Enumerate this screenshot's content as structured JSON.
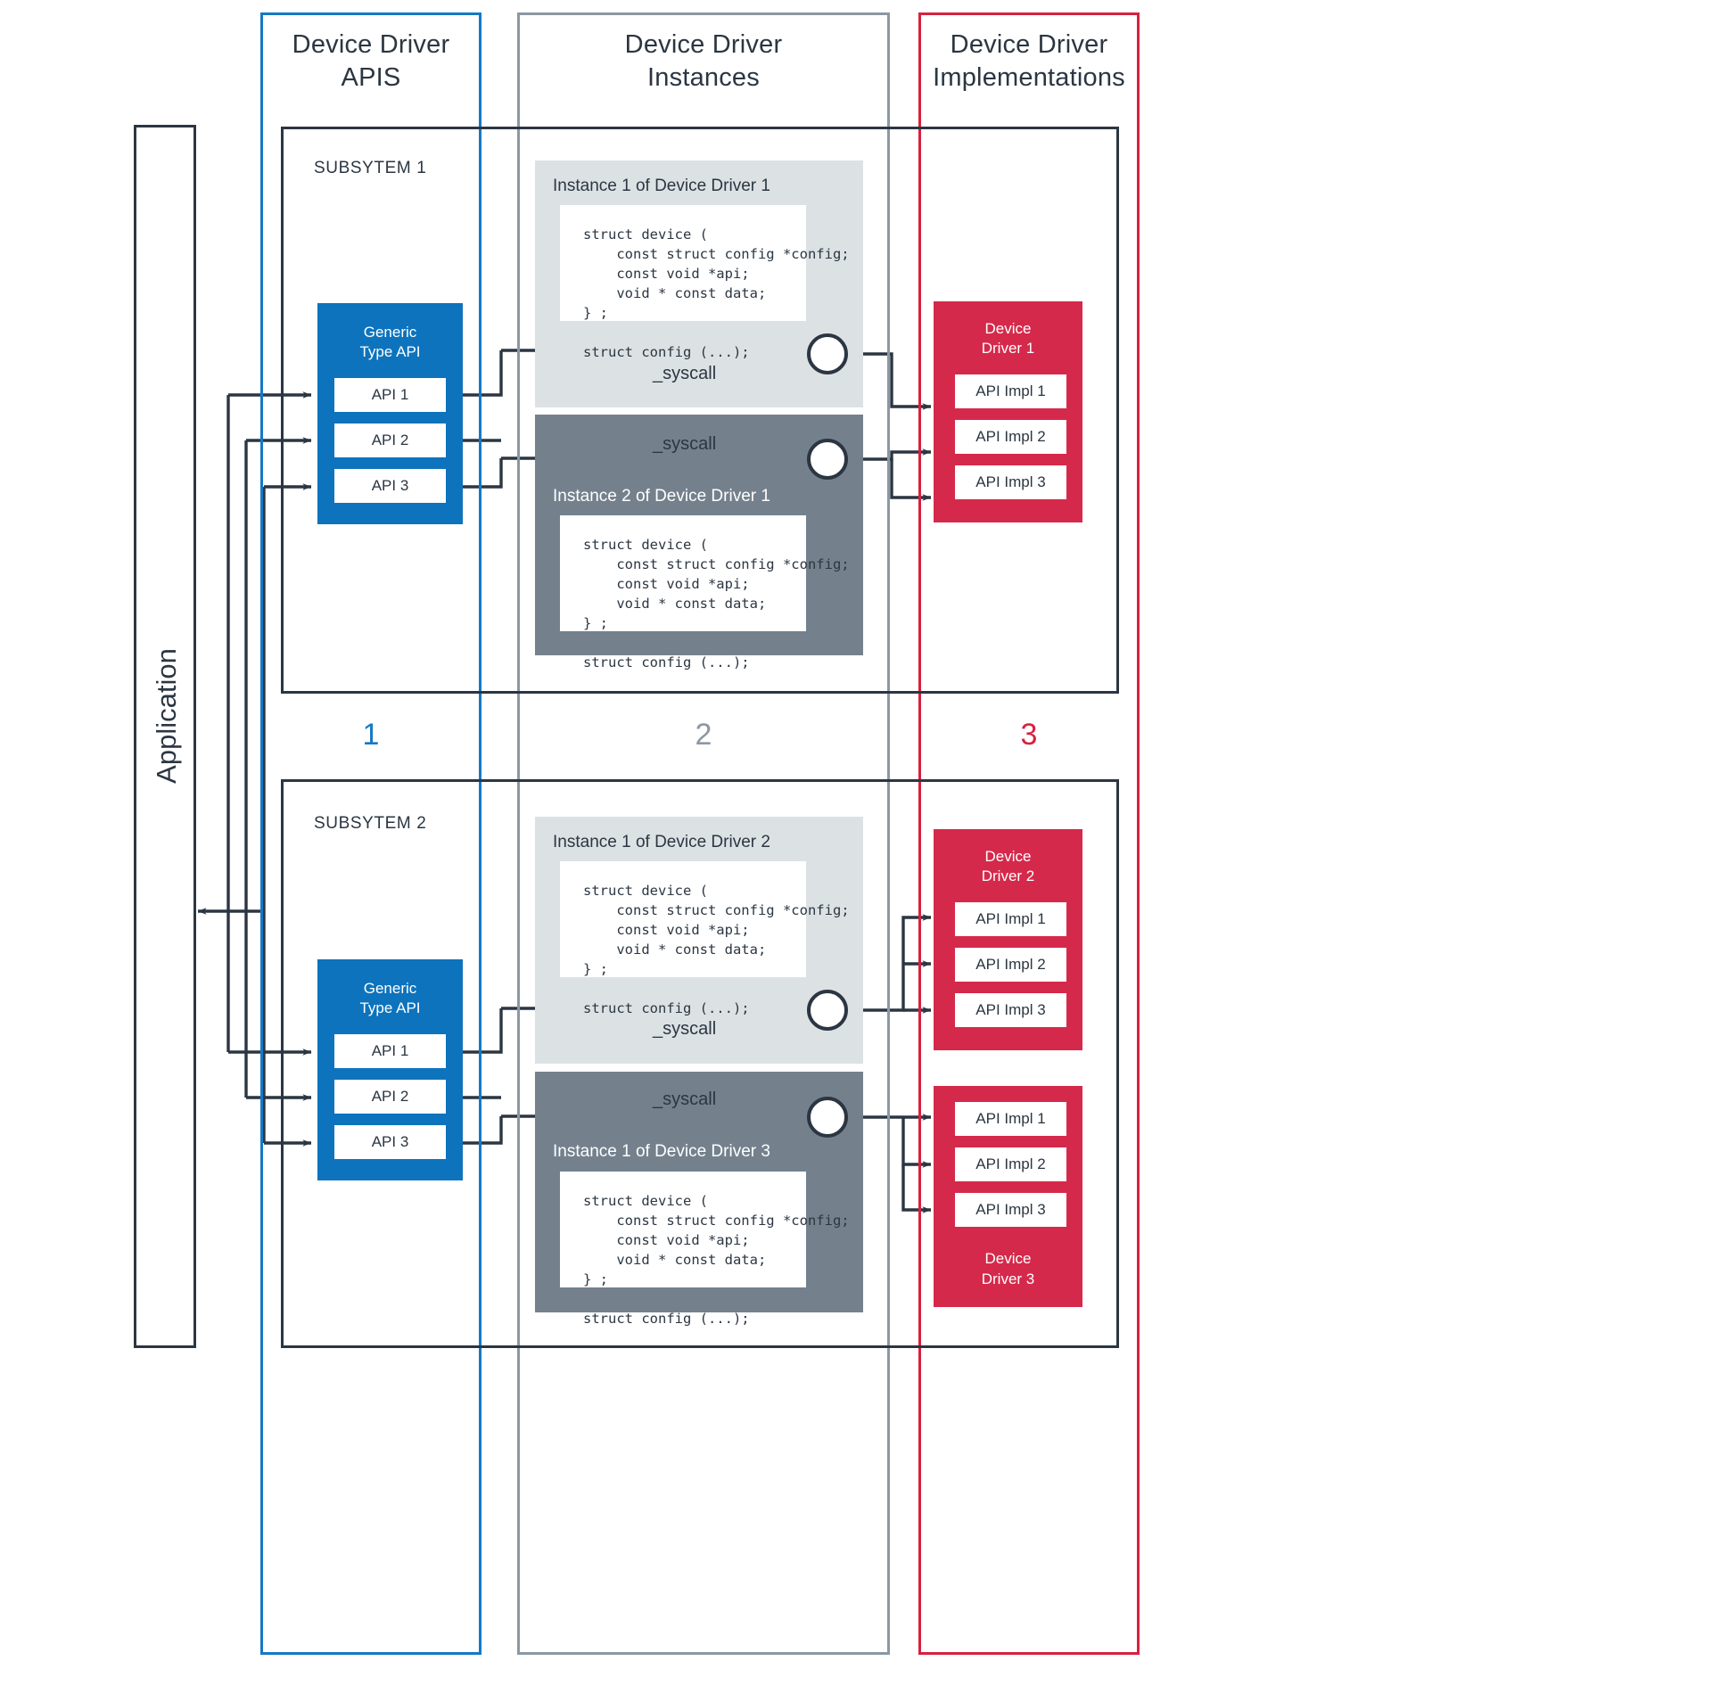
{
  "columns": [
    {
      "key": "apis",
      "title": "Device Driver\nAPIS",
      "number": "1",
      "color": "#1579c6"
    },
    {
      "key": "inst",
      "title": "Device Driver\nInstances",
      "number": "2",
      "color": "#8b98a3"
    },
    {
      "key": "impl",
      "title": "Device Driver\nImplementations",
      "number": "3",
      "color": "#d8203f"
    }
  ],
  "application": {
    "label": "Application"
  },
  "subsystems": [
    {
      "label": "SUBSYTEM 1"
    },
    {
      "label": "SUBSYTEM 2"
    }
  ],
  "generic_api": {
    "title": "Generic\nType API",
    "items": [
      "API 1",
      "API 2",
      "API 3"
    ]
  },
  "code_snippet": "struct device (\n    const struct config *config;\n    const void *api;\n    void * const data;\n} ;\n\nstruct config (...);",
  "syscall_label": "_syscall",
  "instances": [
    {
      "title": "Instance 1 of Device Driver 1",
      "theme": "light"
    },
    {
      "title": "Instance 2 of Device Driver 1",
      "theme": "dark"
    },
    {
      "title": "Instance 1 of Device Driver 2",
      "theme": "light"
    },
    {
      "title": "Instance 1 of Device Driver 3",
      "theme": "dark"
    }
  ],
  "drivers": [
    {
      "title": "Device\nDriver 1",
      "title_position": "top",
      "impls": [
        "API Impl 1",
        "API Impl 2",
        "API Impl 3"
      ]
    },
    {
      "title": "Device\nDriver 2",
      "title_position": "top",
      "impls": [
        "API Impl 1",
        "API Impl 2",
        "API Impl 3"
      ]
    },
    {
      "title": "Device\nDriver 3",
      "title_position": "bottom",
      "impls": [
        "API Impl 1",
        "API Impl 2",
        "API Impl 3"
      ]
    }
  ],
  "palette": {
    "blue": "#0d73bd",
    "blue_frame": "#1579c6",
    "red": "#d5294b",
    "red_frame": "#d8203f",
    "gray_frame": "#8b98a3",
    "instance_light": "#dce2e4",
    "instance_dark": "#74818d",
    "ink": "#2b3642"
  }
}
